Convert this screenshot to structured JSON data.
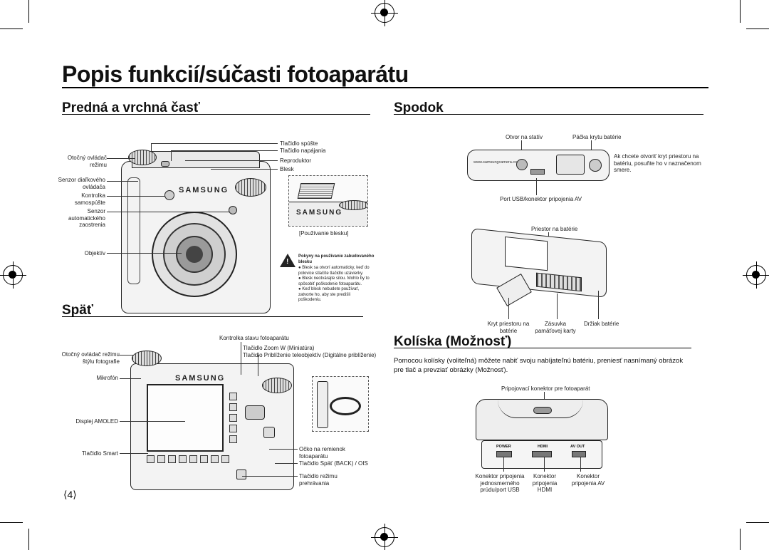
{
  "page": {
    "title": "Popis funkcií/súčasti fotoaparátu",
    "page_number": "⟨4⟩"
  },
  "front": {
    "heading": "Predná a vrchná časť",
    "brand": "SAMSUNG",
    "labels": {
      "mode_dial": "Otočný ovládač režimu",
      "remote_sensor": "Senzor diaľkového ovládača",
      "self_timer_lamp": "Kontrolka samospúšte",
      "af_sensor": "Senzor automatického zaostrenia",
      "lens": "Objektív",
      "shutter": "Tlačidlo spúšte",
      "power": "Tlačidlo napájania",
      "speaker": "Reproduktor",
      "flash": "Blesk",
      "flash_use": "[Používanie blesku]"
    },
    "warning": {
      "title": "Pokyny na používanie zabudovaného blesku",
      "items": [
        "Blesk sa otvorí automaticky, keď do polovice stlačíte tlačidlo uzávierky.",
        "Blesk neotvárajte silou. Mohlo by to spôsobiť poškodenie fotoaparátu.",
        "Keď blesk nebudete používať, zatvorte ho, aby ste predišli poškodeniu."
      ]
    }
  },
  "back": {
    "heading": "Späť",
    "brand": "SAMSUNG",
    "labels": {
      "status_lamp": "Kontrolka stavu fotoaparátu",
      "zoom_w": "Tlačidlo Zoom W (Miniatúra)",
      "zoom_t": "Tlačidlo Priblíženie teleobjektív (Digitálne priblíženie)",
      "style_dial": "Otočný ovládač režimu štýlu fotografie",
      "mic": "Mikrofón",
      "display": "Displej AMOLED",
      "smart": "Tlačidlo Smart",
      "strap": "Očko na remienok fotoaparátu",
      "back_btn": "Tlačidlo Späť (BACK) / OIS",
      "play_btn": "Tlačidlo režimu prehrávania"
    }
  },
  "bottom": {
    "heading": "Spodok",
    "url": "www.samsungcamera.com",
    "labels": {
      "tripod": "Otvor na statív",
      "cover_lever": "Páčka krytu batérie",
      "lever_note": "Ak chcete otvoriť kryt priestoru na batériu, posuňte ho v naznačenom smere.",
      "usb_av": "Port USB/konektor pripojenia AV",
      "battery_bay": "Priestor na batérie",
      "battery_cover": "Kryt priestoru na batérie",
      "card_slot": "Zásuvka pamäťovej karty",
      "battery_holder": "Držiak batérie"
    }
  },
  "cradle": {
    "heading": "Kolíska (Možnosť)",
    "description": "Pomocou kolísky (voliteľná) môžete nabiť svoju nabíjateľnú batériu, preniesť nasnímaný obrázok pre tlač a prevziať obrázky (Možnosť).",
    "labels": {
      "camera_connector": "Pripojovací konektor pre fotoaparát",
      "dc": "Konektor pripojenia jednosmerného prúdu/port USB",
      "hdmi": "Konektor pripojenia HDMI",
      "av": "Konektor pripojenia AV"
    },
    "port_labels": {
      "power": "POWER",
      "hdmi": "HDMI",
      "av_out": "AV OUT"
    }
  }
}
